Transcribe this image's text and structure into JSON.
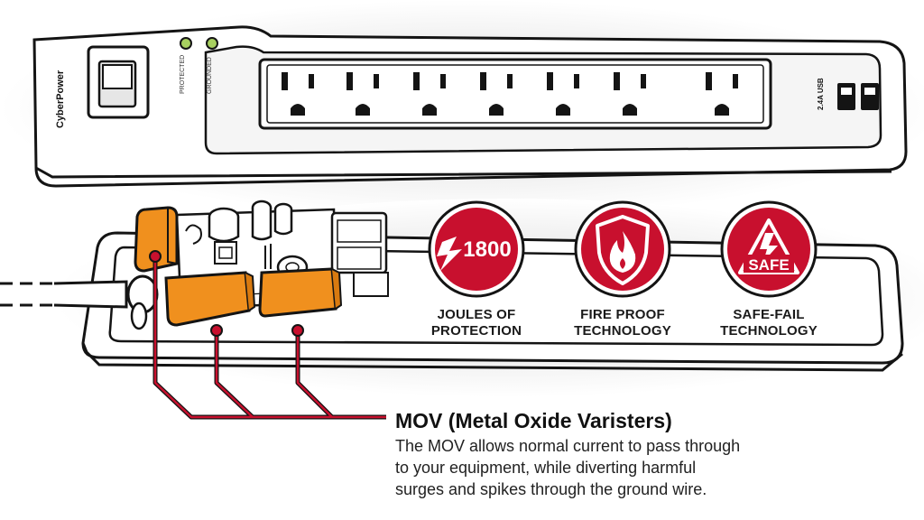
{
  "brand": "CyberPower",
  "indicators": {
    "protected": "PROTECTED",
    "grounded": "GROUNDED"
  },
  "usb_label": "2.4A USB",
  "features": [
    {
      "icon": "joules-icon",
      "badge": "1800",
      "line1": "JOULES OF",
      "line2": "PROTECTION"
    },
    {
      "icon": "fire-shield-icon",
      "badge": "",
      "line1": "FIRE PROOF",
      "line2": "TECHNOLOGY"
    },
    {
      "icon": "safe-fail-icon",
      "badge": "SAFE",
      "line1": "SAFE-FAIL",
      "line2": "TECHNOLOGY"
    }
  ],
  "callout": {
    "title": "MOV (Metal Oxide Varisters)",
    "lines": [
      "The MOV allows normal current to pass through",
      "to your equipment, while diverting harmful",
      "surges and spikes through the ground wire."
    ]
  },
  "colors": {
    "accent_red": "#c8102e",
    "mov_orange": "#f0901e",
    "outline": "#141414",
    "indicator_green": "#a8d060",
    "case_white": "#ffffff",
    "shadow_grey": "#d9d9d9"
  }
}
